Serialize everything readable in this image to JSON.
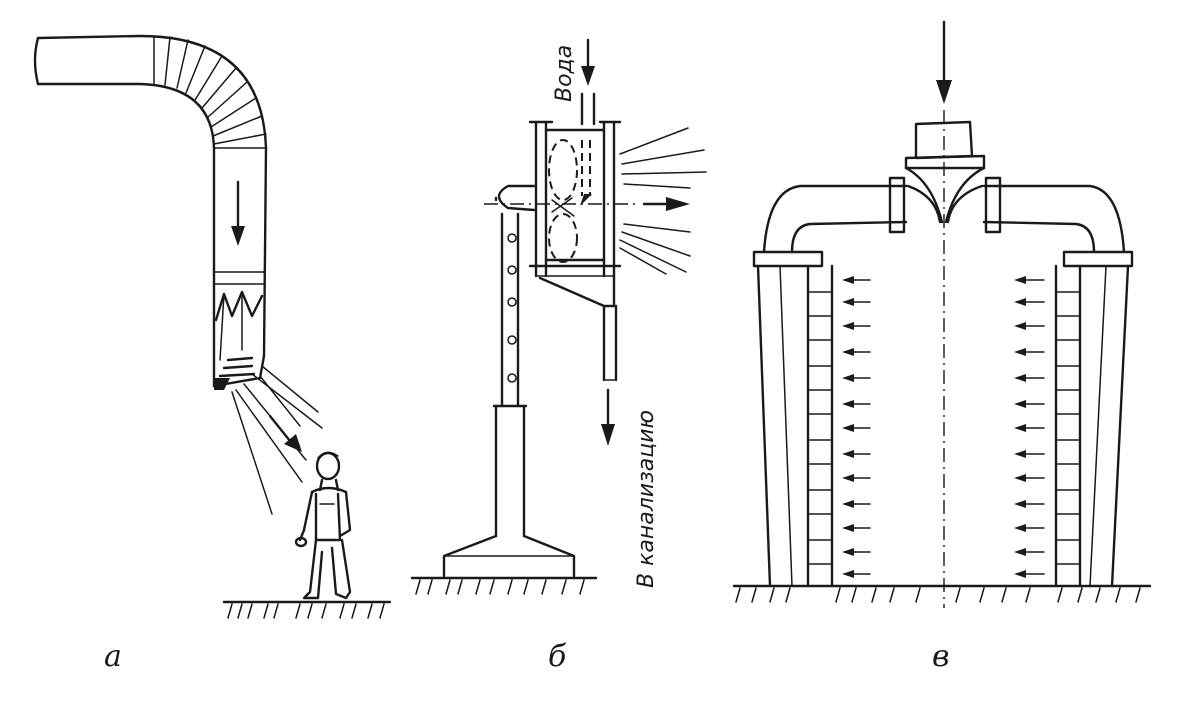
{
  "panels": [
    {
      "id": "a",
      "label": "а"
    },
    {
      "id": "b",
      "label": "б",
      "texts": {
        "water": "Вода",
        "drain": "В канализацию"
      }
    },
    {
      "id": "v",
      "label": "в"
    }
  ]
}
